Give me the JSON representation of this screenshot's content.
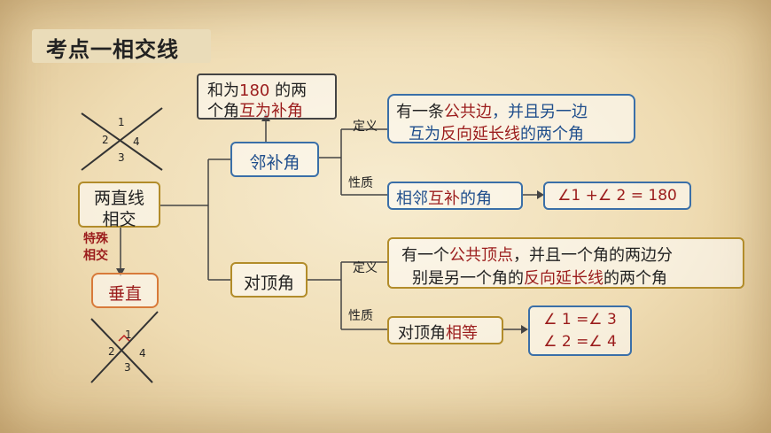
{
  "title": "考点一相交线",
  "intersect": {
    "line1": "两直线",
    "line2": "相交"
  },
  "special": {
    "line1": "特殊",
    "line2": "相交"
  },
  "perpendicular": "垂直",
  "fig1": {
    "n1": "1",
    "n2": "2",
    "n3": "3",
    "n4": "4"
  },
  "fig2": {
    "n1": "1",
    "n2": "2",
    "n3": "3",
    "n4": "4"
  },
  "supp": {
    "label": "邻补角",
    "sum_a": "和为",
    "sum_b": "180",
    "sum_c": " 的两",
    "sum_d": "个角",
    "sum_e": "互为补角"
  },
  "supp_def": {
    "tag": "定义",
    "l1a": "有一条",
    "l1b": "公共边",
    "l1c": "，并且另一边",
    "l2a": "互为",
    "l2b": "反向延长线",
    "l2c": "的两个角"
  },
  "supp_prop": {
    "tag": "性质",
    "a": "相邻",
    "b": "互补",
    "c": "的角",
    "formula": "∠1 +∠ 2 = 180"
  },
  "vert": {
    "label": "对顶角"
  },
  "vert_def": {
    "tag": "定义",
    "l1a": "有一个",
    "l1b": "公共顶点",
    "l1c": "，并且一个角的两边分",
    "l2a": "别是另一个角的",
    "l2b": "反向延长线",
    "l2c": "的两个角"
  },
  "vert_prop": {
    "tag": "性质",
    "a": "对顶角",
    "b": "相等",
    "f1": "∠ 1 =∠ 3",
    "f2": "∠ 2 =∠ 4"
  }
}
